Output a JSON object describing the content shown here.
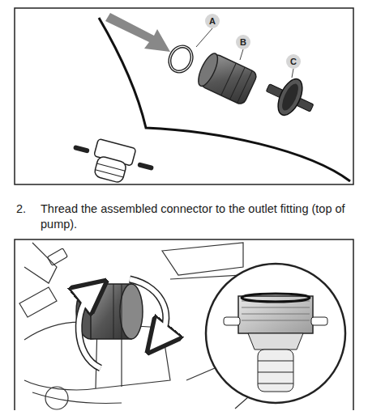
{
  "diagram": {
    "labels": [
      "A",
      "B",
      "C",
      "2.",
      "Thread the assembled connector to the outlet fitting (top of pump)."
    ]
  }
}
